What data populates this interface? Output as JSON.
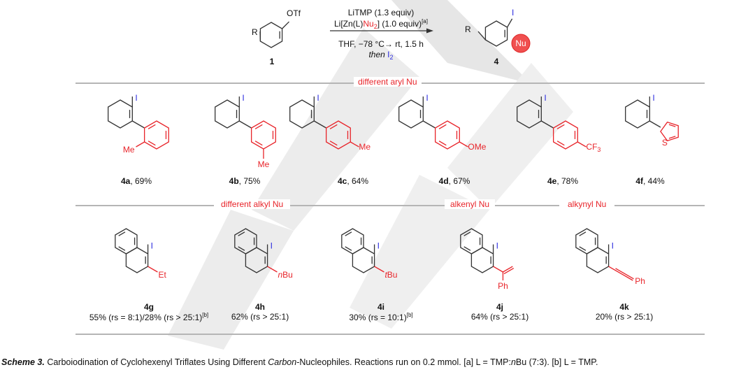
{
  "reaction": {
    "reactant_label": "1",
    "product_label": "4",
    "reactant_R": "R",
    "reactant_OTf": "OTf",
    "product_R": "R",
    "product_I": "I",
    "product_Nu": "Nu",
    "reagent1": "LiTMP (1.3 equiv)",
    "reagent2_pre": "Li[Zn(L)",
    "reagent2_nu": "Nu",
    "reagent2_nu_sub": "2",
    "reagent2_post": "] (1.0 equiv)",
    "reagent2_note": "[a]",
    "conditions": "THF, −78 °C→  rt, 1.5 h",
    "then": "then",
    "iodine": "I",
    "iodine_sub": "2"
  },
  "sections": {
    "aryl": "different aryl Nu",
    "alkyl": "different alkyl Nu",
    "alkenyl": "alkenyl  Nu",
    "alkynyl": "alkynyl Nu"
  },
  "compounds": [
    {
      "id": "4a",
      "yield": ", 69%",
      "sub": "Me"
    },
    {
      "id": "4b",
      "yield": ", 75%",
      "sub": "Me"
    },
    {
      "id": "4c",
      "yield": ", 64%",
      "sub": "Me"
    },
    {
      "id": "4d",
      "yield": ", 67%",
      "sub": "OMe"
    },
    {
      "id": "4e",
      "yield": ", 78%",
      "sub": "CF",
      "sub_sub": "3"
    },
    {
      "id": "4f",
      "yield": ", 44%",
      "sub": "S"
    },
    {
      "id": "4g",
      "yield": "55% (rs = 8:1)/28% (rs > 25:1)",
      "note": "[b]",
      "sub": "Et"
    },
    {
      "id": "4h",
      "yield": "62% (rs > 25:1)",
      "sub_italic": "n",
      "sub": "Bu"
    },
    {
      "id": "4i",
      "yield": "30% (rs = 10:1)",
      "note": "[b]",
      "sub_italic": "t",
      "sub": "Bu"
    },
    {
      "id": "4j",
      "yield": "64% (rs > 25:1)",
      "sub": "Ph"
    },
    {
      "id": "4k",
      "yield": "20% (rs > 25:1)",
      "sub": "Ph"
    }
  ],
  "iodo": "I",
  "caption": {
    "scheme": "Scheme 3.",
    "text1": " Carboiodination of Cyclohexenyl Triflates Using Different ",
    "italic": "Carbon",
    "text2": "-Nucleophiles. Reactions run on 0.2 mmol. [a] L = TMP:",
    "n": "n",
    "text3": "Bu (7:3). [b] L = TMP."
  },
  "colors": {
    "nu": "#e8242a",
    "iodine": "#2a2ae0",
    "rule": "#b5b5b5"
  }
}
